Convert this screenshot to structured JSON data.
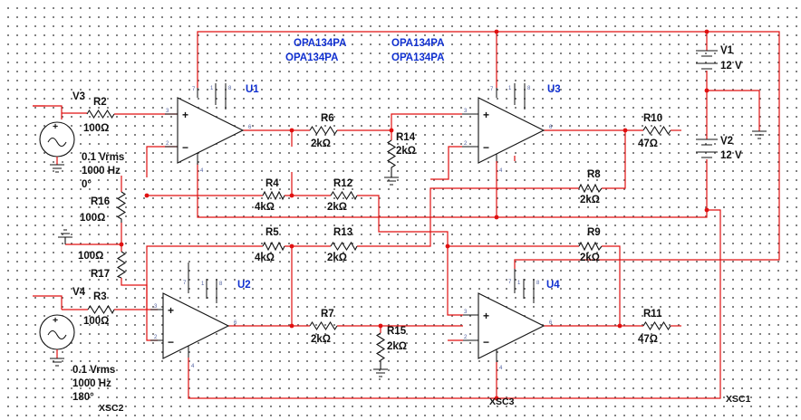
{
  "opamp_models": [
    "OPA134PA",
    "OPA134PA",
    "OPA134PA",
    "OPA134PA"
  ],
  "opamps": {
    "U1": {
      "name": "U1"
    },
    "U2": {
      "name": "U2"
    },
    "U3": {
      "name": "U3"
    },
    "U4": {
      "name": "U4"
    }
  },
  "pin_numbers": {
    "p1": "1",
    "p2": "2",
    "p3": "3",
    "p4": "4",
    "p5": "5",
    "p6": "6",
    "p7": "7",
    "p8": "8"
  },
  "op_signs": {
    "plus": "+",
    "minus": "−"
  },
  "resistors": {
    "R2": {
      "name": "R2",
      "value": "100Ω"
    },
    "R3": {
      "name": "R3",
      "value": "100Ω"
    },
    "R4": {
      "name": "R4",
      "value": "4kΩ"
    },
    "R5": {
      "name": "R5",
      "value": "4kΩ"
    },
    "R6": {
      "name": "R6",
      "value": "2kΩ"
    },
    "R7": {
      "name": "R7",
      "value": "2kΩ"
    },
    "R8": {
      "name": "R8",
      "value": "2kΩ"
    },
    "R9": {
      "name": "R9",
      "value": "2kΩ"
    },
    "R10": {
      "name": "R10",
      "value": "47Ω"
    },
    "R11": {
      "name": "R11",
      "value": "47Ω"
    },
    "R12": {
      "name": "R12",
      "value": "2kΩ"
    },
    "R13": {
      "name": "R13",
      "value": "2kΩ"
    },
    "R14": {
      "name": "R14",
      "value": "2kΩ"
    },
    "R15": {
      "name": "R15",
      "value": "2kΩ"
    },
    "R16": {
      "name": "R16",
      "value": "100Ω"
    },
    "R17": {
      "name": "R17",
      "value": "100Ω"
    }
  },
  "sources": {
    "V3": {
      "name": "V3",
      "amplitude": "0.1 Vrms",
      "frequency": "1000 Hz",
      "phase": "0°"
    },
    "V4": {
      "name": "V4",
      "amplitude": "0.1 Vrms",
      "frequency": "1000 Hz",
      "phase": "180°"
    }
  },
  "supplies": {
    "V1": {
      "name": "V1",
      "value": "12 V"
    },
    "V2": {
      "name": "V2",
      "value": "12 V"
    }
  },
  "scopes": {
    "XSC1": "XSC1",
    "XSC2": "XSC2",
    "XSC3": "XSC3"
  }
}
